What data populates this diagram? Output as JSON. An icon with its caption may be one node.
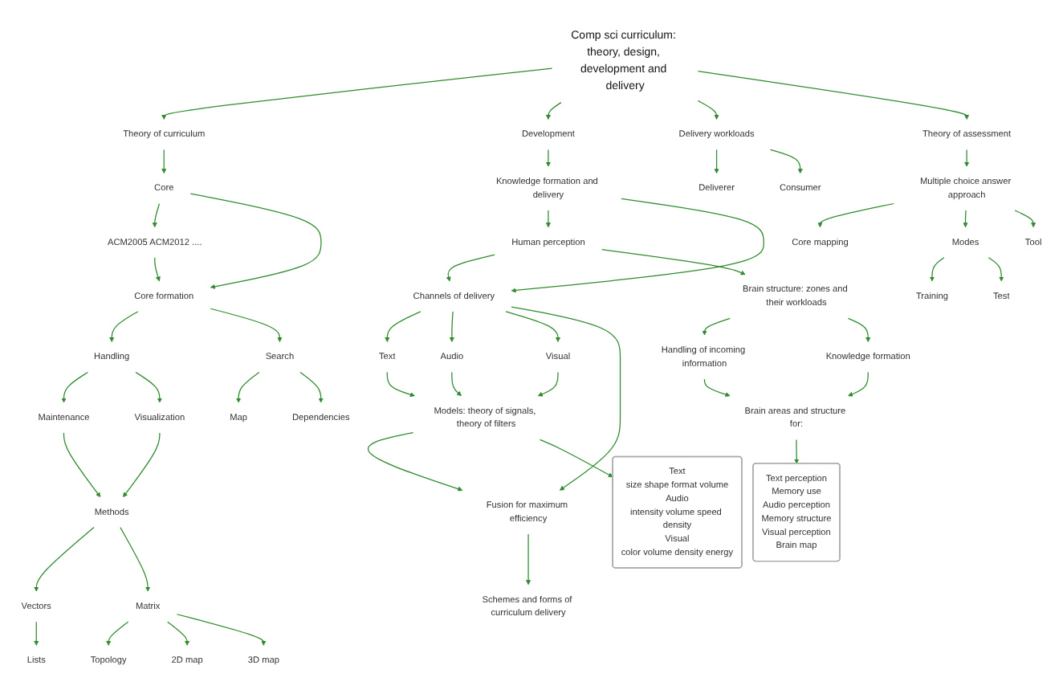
{
  "diagram": {
    "nodes": [
      {
        "text": [
          "Comp sci curriculum: theory, design, development and delivery"
        ]
      },
      {
        "text": [
          "Theory of curriculum"
        ]
      },
      {
        "text": [
          "Development"
        ]
      },
      {
        "text": [
          "Delivery workloads"
        ]
      },
      {
        "text": [
          "Theory of assessment"
        ]
      },
      {
        "text": [
          "Core"
        ]
      },
      {
        "text": [
          "Core formation"
        ]
      },
      {
        "text": [
          "ACM2005 ACM2012 ...."
        ]
      },
      {
        "text": [
          "Knowledge formation and delivery"
        ]
      },
      {
        "text": [
          "Deliverer"
        ]
      },
      {
        "text": [
          "Consumer"
        ]
      },
      {
        "text": [
          "Multiple choice answer approach"
        ]
      },
      {
        "text": [
          "Human perception"
        ]
      },
      {
        "text": [
          "Channels of delivery"
        ]
      },
      {
        "text": [
          "Core mapping"
        ]
      },
      {
        "text": [
          "Modes"
        ]
      },
      {
        "text": [
          "Tool"
        ]
      },
      {
        "text": [
          "Training"
        ]
      },
      {
        "text": [
          "Test"
        ]
      },
      {
        "text": [
          "Search"
        ]
      },
      {
        "text": [
          "Handling"
        ]
      },
      {
        "text": [
          "Map"
        ]
      },
      {
        "text": [
          "Dependencies"
        ]
      },
      {
        "text": [
          "Brain structure: zones and their workloads"
        ]
      },
      {
        "text": [
          "Text"
        ]
      },
      {
        "text": [
          "Audio"
        ]
      },
      {
        "text": [
          "Visual"
        ]
      },
      {
        "text": [
          "Fusion for maximum efficiency"
        ]
      },
      {
        "text": [
          "Maintenance"
        ]
      },
      {
        "text": [
          "Visualization"
        ]
      },
      {
        "text": [
          "Handling of incoming information"
        ]
      },
      {
        "text": [
          "Knowledge formation"
        ]
      },
      {
        "text": [
          "Methods"
        ]
      },
      {
        "text": [
          "Models: theory of signals, theory of filters"
        ]
      },
      {
        "text": [
          "Brain areas and structure for:"
        ]
      },
      {
        "text": [
          "Vectors"
        ]
      },
      {
        "text": [
          "Matrix"
        ]
      },
      {
        "text": [
          "Lists"
        ]
      },
      {
        "text": [
          "Topology"
        ]
      },
      {
        "text": [
          "2D map"
        ]
      },
      {
        "text": [
          "3D map"
        ]
      },
      {
        "text": [
          "Text perception",
          "Memory use",
          "Audio perception",
          "Memory structure",
          "Visual perception",
          "Brain map"
        ]
      },
      {
        "text": [
          "Text",
          "size shape format volume",
          "Audio",
          "intensity volume speed density",
          "Visual",
          "color volume density energy"
        ]
      },
      {
        "text": [
          "Schemes and forms of curriculum delivery"
        ]
      }
    ],
    "edges": [
      {
        "from": 0,
        "to": 1,
        "arrow": "to"
      },
      {
        "from": 0,
        "to": 2,
        "arrow": "to"
      },
      {
        "from": 0,
        "to": 3,
        "arrow": "to"
      },
      {
        "from": 0,
        "to": 4,
        "arrow": "to"
      },
      {
        "from": 1,
        "to": 5,
        "arrow": "to"
      },
      {
        "from": 5,
        "to": 7,
        "arrow": "to"
      },
      {
        "from": 5,
        "to": 6,
        "arrow": "to"
      },
      {
        "from": 7,
        "to": 6,
        "arrow": "to"
      },
      {
        "from": 2,
        "to": 8,
        "arrow": "to"
      },
      {
        "from": 8,
        "to": 12,
        "arrow": "to"
      },
      {
        "from": 8,
        "to": 13,
        "arrow": "to"
      },
      {
        "from": 12,
        "to": 13,
        "arrow": "to"
      },
      {
        "from": 3,
        "to": 9,
        "arrow": "to"
      },
      {
        "from": 3,
        "to": 10,
        "arrow": "to"
      },
      {
        "from": 4,
        "to": 11,
        "arrow": "to"
      },
      {
        "from": 11,
        "to": 14,
        "arrow": "to"
      },
      {
        "from": 11,
        "to": 15,
        "arrow": "to"
      },
      {
        "from": 11,
        "to": 16,
        "arrow": "to"
      },
      {
        "from": 15,
        "to": 17,
        "arrow": "to"
      },
      {
        "from": 15,
        "to": 18,
        "arrow": "to"
      },
      {
        "from": 6,
        "to": 20,
        "arrow": "to"
      },
      {
        "from": 6,
        "to": 19,
        "arrow": "to"
      },
      {
        "from": 19,
        "to": 21,
        "arrow": "to"
      },
      {
        "from": 19,
        "to": 22,
        "arrow": "to"
      },
      {
        "from": 12,
        "to": 23,
        "arrow": "to"
      },
      {
        "from": 13,
        "to": 24,
        "arrow": "to"
      },
      {
        "from": 13,
        "to": 25,
        "arrow": "to"
      },
      {
        "from": 13,
        "to": 26,
        "arrow": "to"
      },
      {
        "from": 13,
        "to": 27,
        "arrow": "to"
      },
      {
        "from": 20,
        "to": 28,
        "arrow": "to"
      },
      {
        "from": 20,
        "to": 29,
        "arrow": "to"
      },
      {
        "from": 28,
        "to": 32,
        "arrow": "to"
      },
      {
        "from": 29,
        "to": 32,
        "arrow": "to"
      },
      {
        "from": 23,
        "to": 30,
        "arrow": "to"
      },
      {
        "from": 23,
        "to": 31,
        "arrow": "to"
      },
      {
        "from": 30,
        "to": 34,
        "arrow": "to"
      },
      {
        "from": 31,
        "to": 34,
        "arrow": "to"
      },
      {
        "from": 24,
        "to": 33,
        "arrow": "to"
      },
      {
        "from": 25,
        "to": 33,
        "arrow": "to"
      },
      {
        "from": 26,
        "to": 33,
        "arrow": "to"
      },
      {
        "from": 33,
        "to": 27,
        "arrow": "to"
      },
      {
        "from": 33,
        "to": 42,
        "arrow": "to"
      },
      {
        "from": 27,
        "to": 43,
        "arrow": "to"
      },
      {
        "from": 34,
        "to": 41,
        "arrow": "to"
      },
      {
        "from": 32,
        "to": 35,
        "arrow": "to"
      },
      {
        "from": 32,
        "to": 36,
        "arrow": "to"
      },
      {
        "from": 35,
        "to": 37,
        "arrow": "to"
      },
      {
        "from": 36,
        "to": 38,
        "arrow": "to"
      },
      {
        "from": 36,
        "to": 39,
        "arrow": "to"
      },
      {
        "from": 36,
        "to": 40,
        "arrow": "to"
      }
    ]
  }
}
